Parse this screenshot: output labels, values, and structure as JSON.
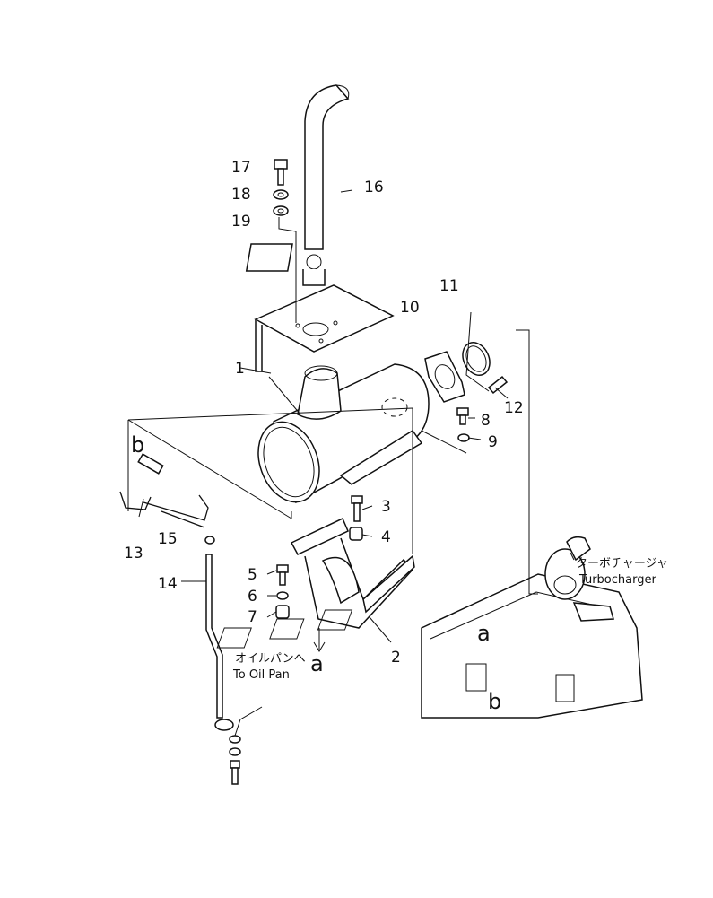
{
  "callouts": {
    "c1": "1",
    "c2": "2",
    "c3": "3",
    "c4": "4",
    "c5": "5",
    "c6": "6",
    "c7": "7",
    "c8": "8",
    "c9": "9",
    "c10": "10",
    "c11": "11",
    "c12": "12",
    "c13": "13",
    "c14": "14",
    "c15": "15",
    "c16": "16",
    "c17": "17",
    "c18": "18",
    "c19": "19"
  },
  "refs": {
    "a_left": "a",
    "a_right": "a",
    "b_left": "b",
    "b_right": "b"
  },
  "notes": {
    "oil_pan_jp": "オイルパンへ",
    "oil_pan_en": "To Oil Pan",
    "turbo_jp": "ターボチャージャ",
    "turbo_en": "Turbocharger"
  }
}
